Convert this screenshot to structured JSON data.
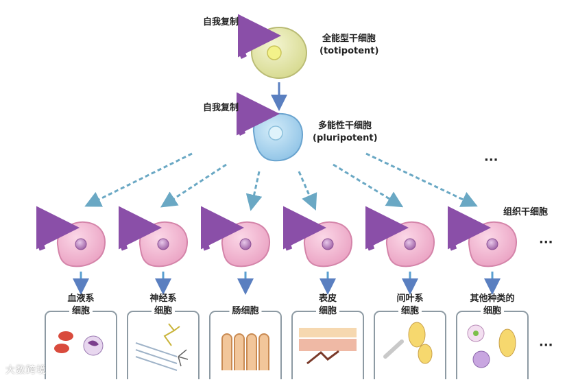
{
  "top": {
    "self_renew_1": "自我复制",
    "totipotent_cn": "全能型干细胞",
    "totipotent_en": "(totipotent)",
    "self_renew_2": "自我复制",
    "pluripotent_cn": "多能性干细胞",
    "pluripotent_en": "(pluripotent)",
    "ellipsis_top": "···",
    "tissue_stem": "组织干细胞",
    "ellipsis_mid": "···",
    "ellipsis_bottom": "···"
  },
  "lineages": [
    {
      "line1": "血液系",
      "line2": "细胞"
    },
    {
      "line1": "神经系",
      "line2": "细胞"
    },
    {
      "line1": "",
      "line2": "肠细胞"
    },
    {
      "line1": "表皮",
      "line2": "细胞"
    },
    {
      "line1": "间叶系",
      "line2": "细胞"
    },
    {
      "line1": "其他种类的",
      "line2": "细胞"
    }
  ],
  "watermark": "大数跨境",
  "colors": {
    "totipotent_fill": "#e6e8b0",
    "pluripotent_fill": "#a9d4ef",
    "tissue_fill": "#f3b8d2",
    "nucleus_yellow": "#f3f28a",
    "nucleus_blue": "#dff3fb",
    "nucleus_purple": "#b679b6",
    "arrow_purple": "#8a4fa8",
    "arrow_solid": "#5a7fc0",
    "arrow_dashed": "#6aa8c4",
    "box_border": "#8d9aa3"
  }
}
